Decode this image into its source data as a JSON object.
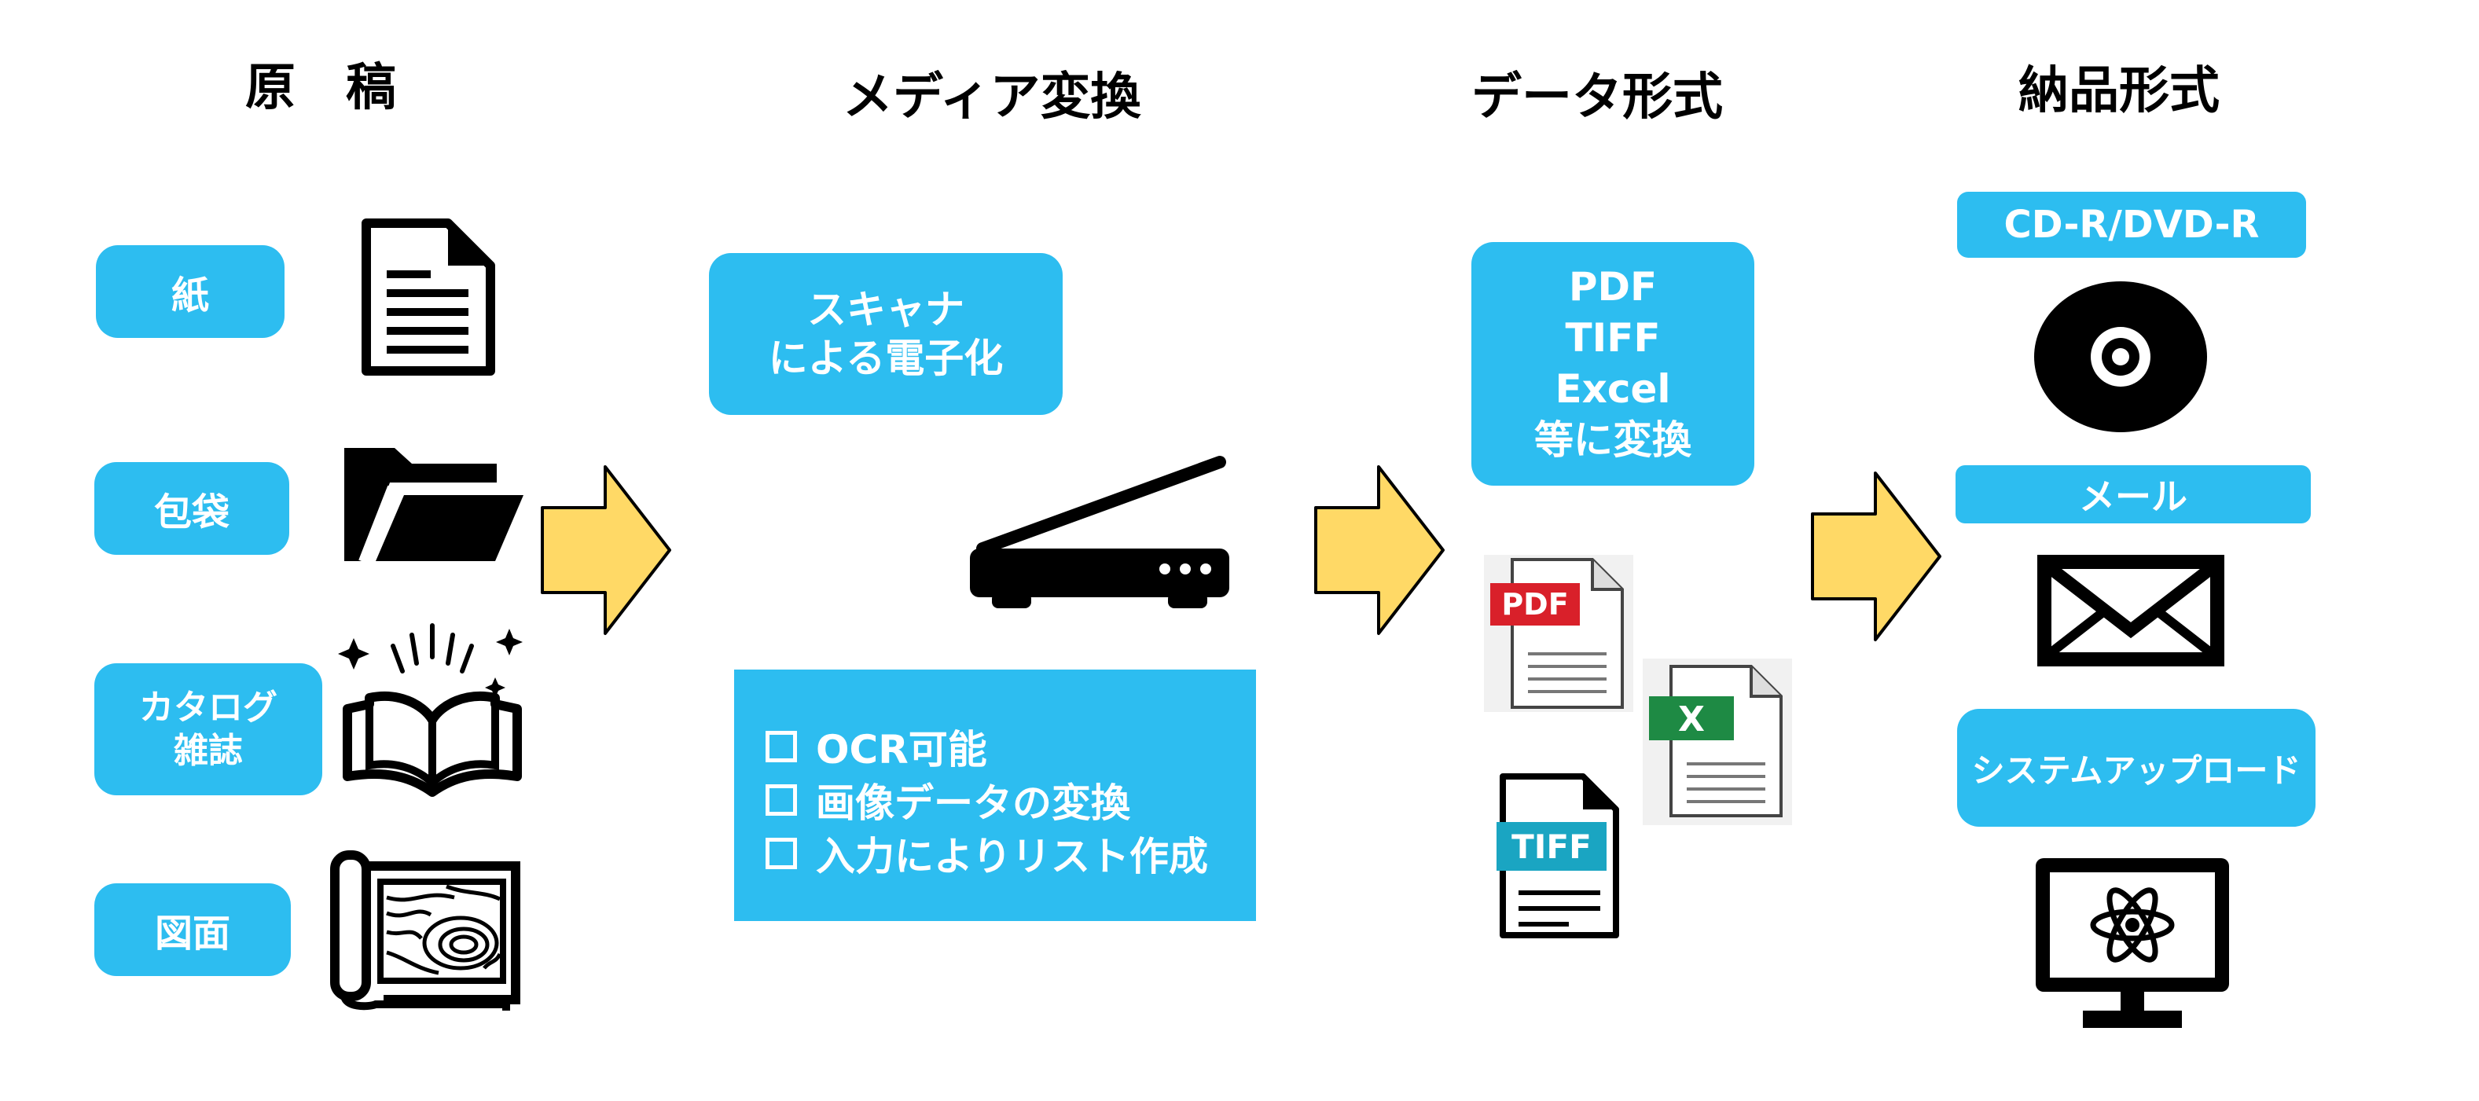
{
  "headers": {
    "source": "原　稿",
    "media": "メディア変換",
    "data": "データ形式",
    "delivery": "納品形式"
  },
  "source_items": [
    {
      "label": "紙",
      "icon": "document-icon"
    },
    {
      "label": "包袋",
      "icon": "folder-icon"
    },
    {
      "label_lines": [
        "カタログ",
        "雑誌"
      ],
      "icon": "open-book-icon"
    },
    {
      "label": "図面",
      "icon": "blueprint-icon"
    }
  ],
  "media": {
    "scanner_lines": [
      "スキャナ",
      "による電子化"
    ],
    "scanner_icon": "flatbed-scanner-icon",
    "features": [
      "OCR可能",
      "画像データの変換",
      "入力によりリスト作成"
    ]
  },
  "data_format": {
    "lines": [
      "PDF",
      "TIFF",
      "Excel",
      "等に変換"
    ],
    "file_icons": [
      {
        "icon": "pdf-file-icon",
        "badge": "PDF",
        "color": "#d9202a"
      },
      {
        "icon": "excel-file-icon",
        "badge": "X",
        "color": "#1e8a44"
      },
      {
        "icon": "tiff-file-icon",
        "badge": "TIFF",
        "color": "#1aa5c2"
      }
    ]
  },
  "delivery": [
    {
      "label": "CD-R/DVD-R",
      "icon": "disc-icon"
    },
    {
      "label": "メール",
      "icon": "envelope-icon"
    },
    {
      "label": "システムアップロード",
      "icon": "monitor-atom-icon"
    }
  ],
  "colors": {
    "box": "#2dbdf0",
    "arrow": "#ffd966"
  }
}
